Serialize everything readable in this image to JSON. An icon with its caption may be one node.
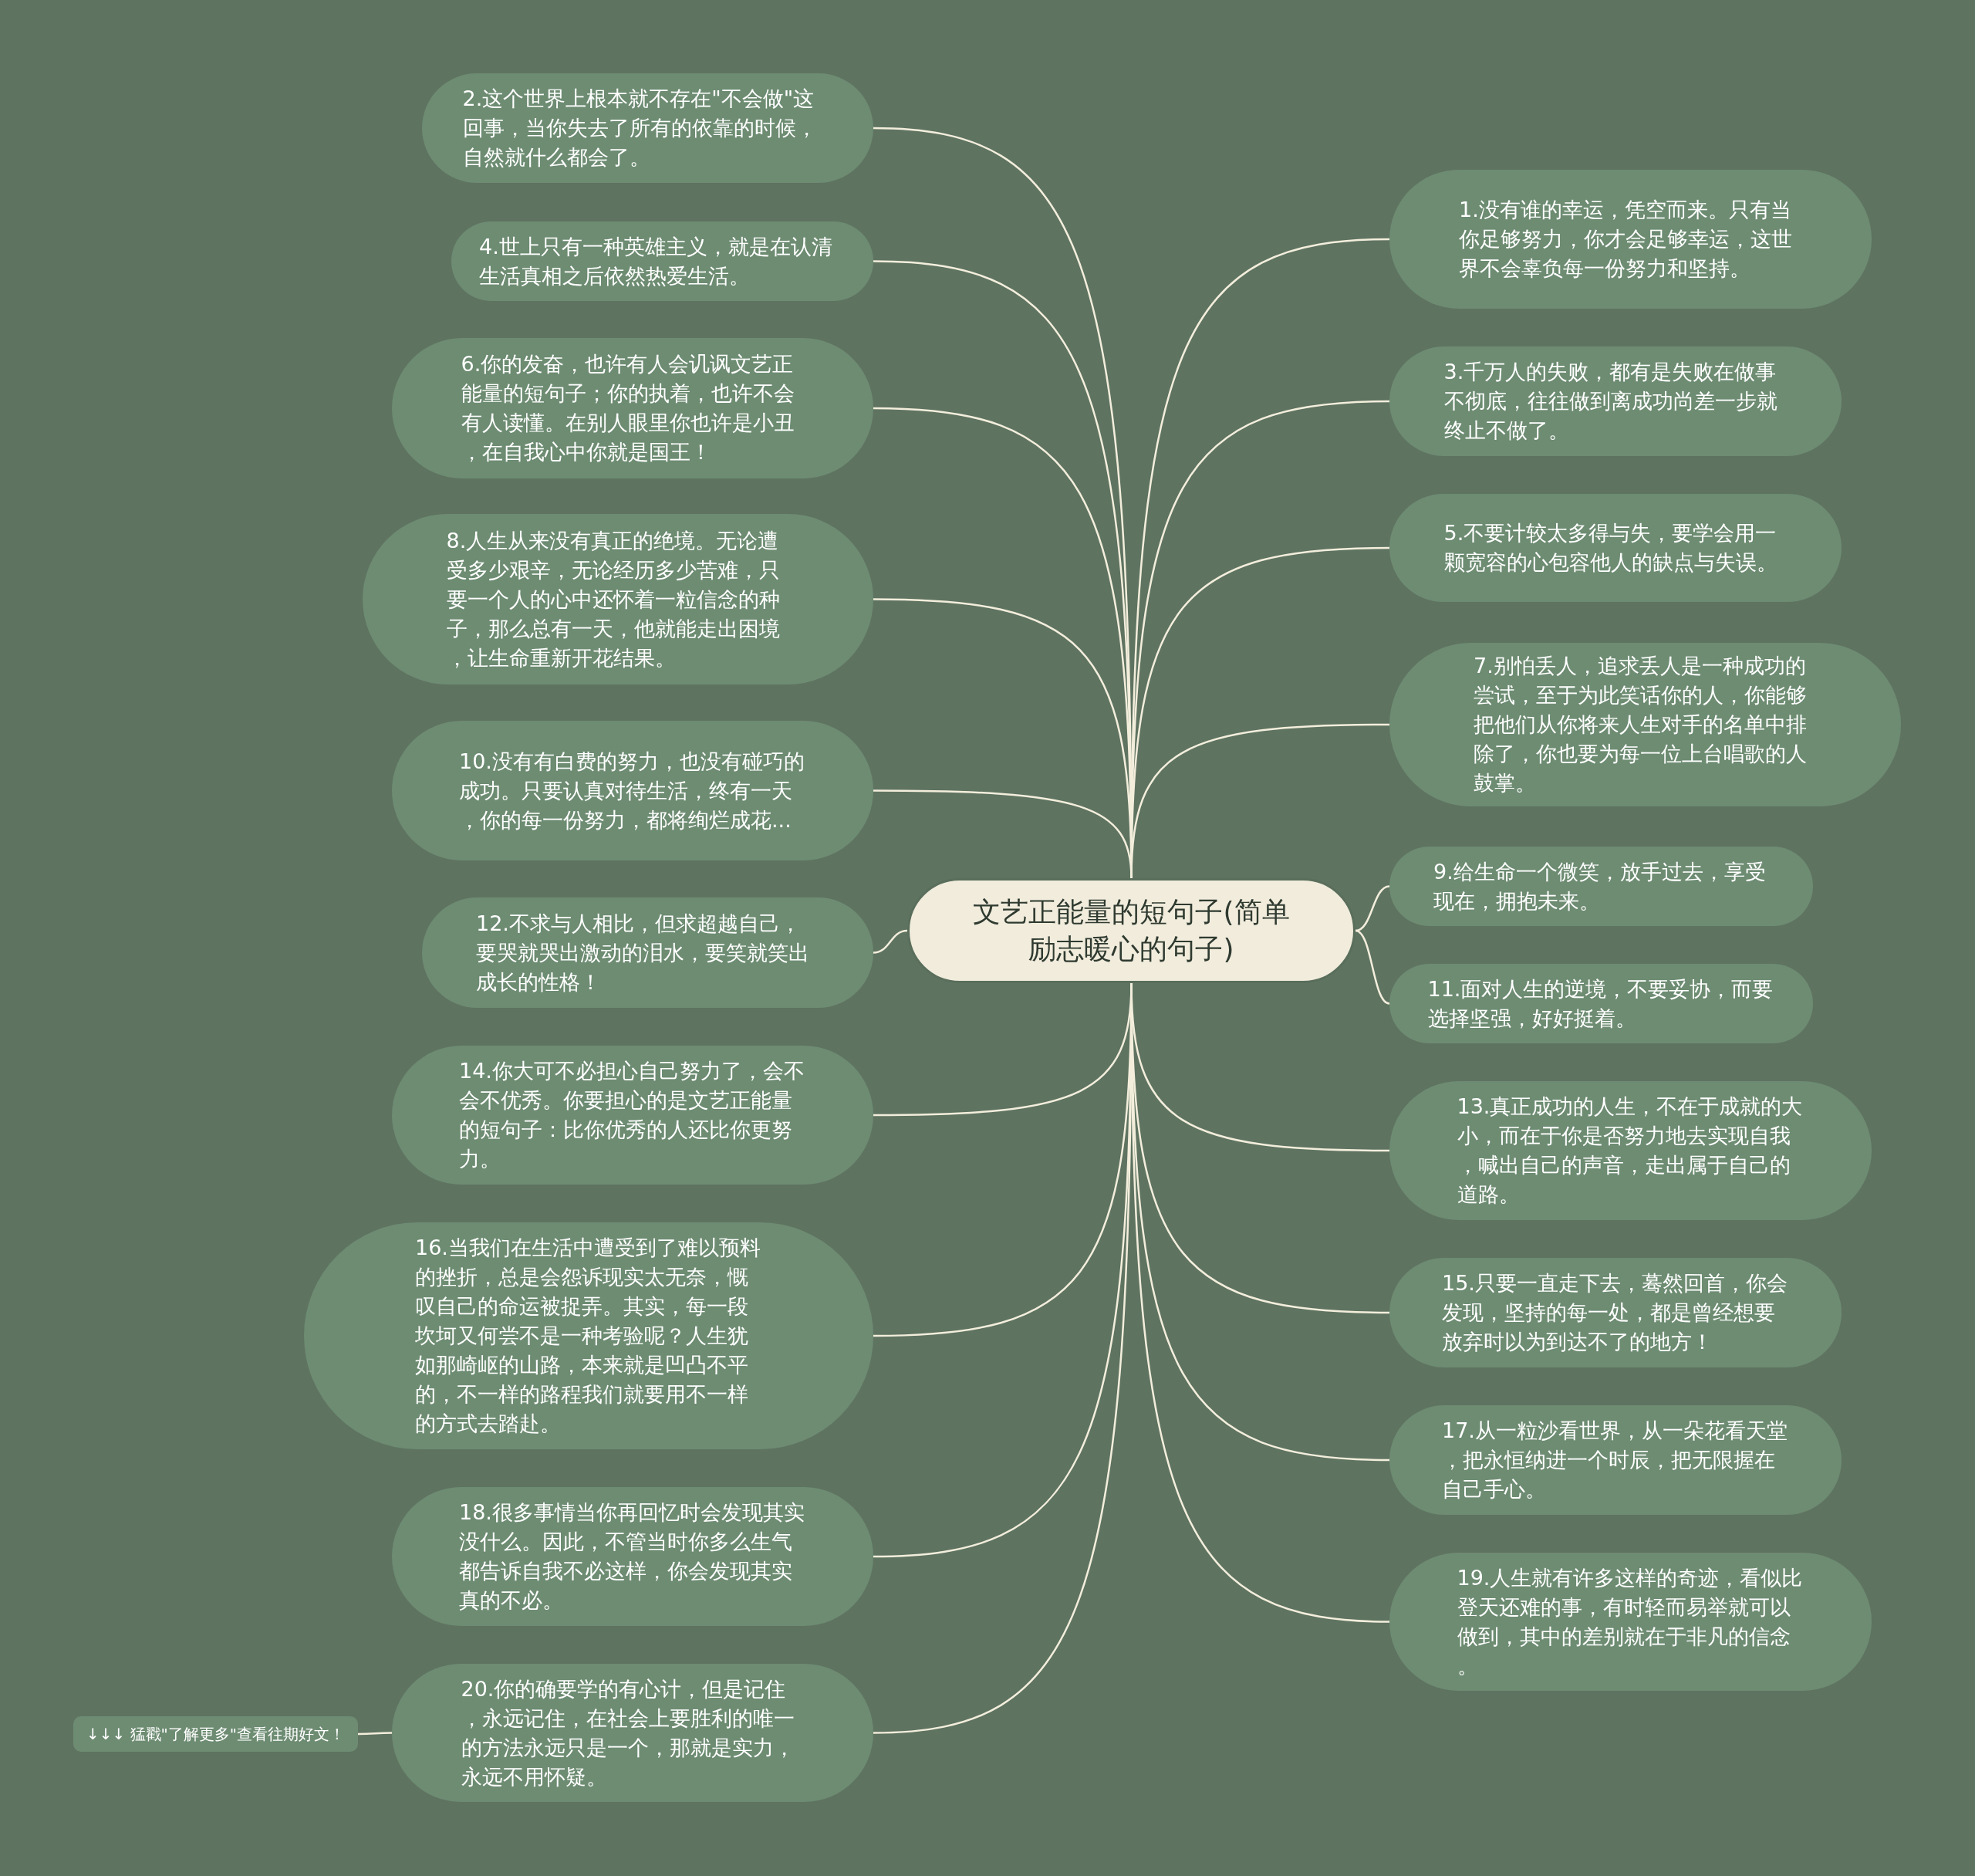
{
  "diagram": {
    "nodes": [
      {
        "text": [
          "文艺正能量的短句子(简单励志暖心的句子)"
        ]
      },
      {
        "text": [
          "1.没有谁的幸运，凭空而来。只有当你足够努力，你才会足够幸运，这世界不会辜负每一份努力和坚持。"
        ]
      },
      {
        "text": [
          "2.这个世界上根本就不存在\"不会做\"这回事，当你失去了所有的依靠的时候，自然就什么都会了。"
        ]
      },
      {
        "text": [
          "3.千万人的失败，都有是失败在做事不彻底，往往做到离成功尚差一步就终止不做了。"
        ]
      },
      {
        "text": [
          "4.世上只有一种英雄主义，就是在认清生活真相之后依然热爱生活。"
        ]
      },
      {
        "text": [
          "5.不要计较太多得与失，要学会用一颗宽容的心包容他人的缺点与失误。"
        ]
      },
      {
        "text": [
          "6.你的发奋，也许有人会讥讽文艺正能量的短句子；你的执着，也许不会有人读懂。在别人眼里你也许是小丑，在自我心中你就是国王！"
        ]
      },
      {
        "text": [
          "7.别怕丢人，追求丢人是一种成功的尝试，至于为此笑话你的人，你能够把他们从你将来人生对手的名单中排除了，你也要为每一位上台唱歌的人鼓掌。"
        ]
      },
      {
        "text": [
          "8.人生从来没有真正的绝境。无论遭受多少艰辛，无论经历多少苦难，只要一个人的心中还怀着一粒信念的种子，那么总有一天，他就能走出困境，让生命重新开花结果。"
        ]
      },
      {
        "text": [
          "9.给生命一个微笑，放手过去，享受现在，拥抱未来。"
        ]
      },
      {
        "text": [
          "10.没有有白费的努力，也没有碰巧的成功。只要认真对待生活，终有一天，你的每一份努力，都将绚烂成花..."
        ]
      },
      {
        "text": [
          "11.面对人生的逆境，不要妥协，而要选择坚强，好好挺着。"
        ]
      },
      {
        "text": [
          "12.不求与人相比，但求超越自己，要哭就哭出激动的泪水，要笑就笑出成长的性格！"
        ]
      },
      {
        "text": [
          "13.真正成功的人生，不在于成就的大小，而在于你是否努力地去实现自我，喊出自己的声音，走出属于自己的道路。"
        ]
      },
      {
        "text": [
          "14.你大可不必担心自己努力了，会不会不优秀。你要担心的是文艺正能量的短句子：比你优秀的人还比你更努力。"
        ]
      },
      {
        "text": [
          "15.只要一直走下去，蓦然回首，你会发现，坚持的每一处，都是曾经想要放弃时以为到达不了的地方！"
        ]
      },
      {
        "text": [
          "16.当我们在生活中遭受到了难以预料的挫折，总是会怨诉现实太无奈，慨叹自己的命运被捉弄。其实，每一段坎坷又何尝不是一种考验呢？人生犹如那崎岖的山路，本来就是凹凸不平的，不一样的路程我们就要用不一样的方式去踏赴。"
        ]
      },
      {
        "text": [
          "17.从一粒沙看世界，从一朵花看天堂，把永恒纳进一个时辰，把无限握在自己手心。"
        ]
      },
      {
        "text": [
          "18.很多事情当你再回忆时会发现其实没什么。因此，不管当时你多么生气都告诉自我不必这样，你会发现其实真的不必。"
        ]
      },
      {
        "text": [
          "19.人生就有许多这样的奇迹，看似比登天还难的事，有时轻而易举就可以做到，其中的差别就在于非凡的信念。"
        ]
      },
      {
        "text": [
          "20.你的确要学的有心计，但是记住，永远记住，在社会上要胜利的唯一的方法永远只是一个，那就是实力，永远不用怀疑。"
        ]
      },
      {
        "text": [
          "↓↓↓ 猛戳\"了解更多\"查看往期好文！"
        ]
      }
    ],
    "edges": [
      {
        "from": 0,
        "to": 1,
        "arrow": "none"
      },
      {
        "from": 0,
        "to": 2,
        "arrow": "none"
      },
      {
        "from": 0,
        "to": 3,
        "arrow": "none"
      },
      {
        "from": 0,
        "to": 4,
        "arrow": "none"
      },
      {
        "from": 0,
        "to": 5,
        "arrow": "none"
      },
      {
        "from": 0,
        "to": 6,
        "arrow": "none"
      },
      {
        "from": 0,
        "to": 7,
        "arrow": "none"
      },
      {
        "from": 0,
        "to": 8,
        "arrow": "none"
      },
      {
        "from": 0,
        "to": 9,
        "arrow": "none"
      },
      {
        "from": 0,
        "to": 10,
        "arrow": "none"
      },
      {
        "from": 0,
        "to": 11,
        "arrow": "none"
      },
      {
        "from": 0,
        "to": 12,
        "arrow": "none"
      },
      {
        "from": 0,
        "to": 13,
        "arrow": "none"
      },
      {
        "from": 0,
        "to": 14,
        "arrow": "none"
      },
      {
        "from": 0,
        "to": 15,
        "arrow": "none"
      },
      {
        "from": 0,
        "to": 16,
        "arrow": "none"
      },
      {
        "from": 0,
        "to": 17,
        "arrow": "none"
      },
      {
        "from": 0,
        "to": 18,
        "arrow": "none"
      },
      {
        "from": 0,
        "to": 19,
        "arrow": "none"
      },
      {
        "from": 0,
        "to": 20,
        "arrow": "none"
      },
      {
        "from": 20,
        "to": 21,
        "arrow": "none"
      }
    ]
  }
}
